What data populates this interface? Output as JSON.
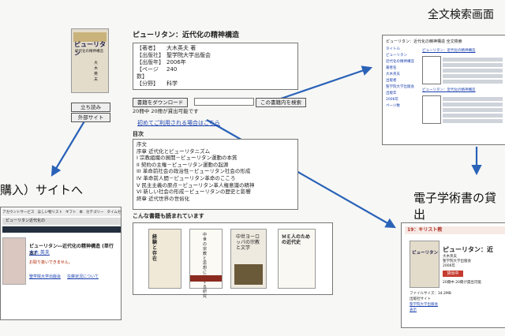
{
  "captions": {
    "fulltext": "全文検索画面",
    "purchase": "購入）サイトへ",
    "lending": "電子学術書の貸出"
  },
  "book": {
    "title": "ピューリタン：近代化の精神構造",
    "cover_title": "ピューリタン",
    "cover_sub": "近代化の精神構造",
    "cover_author": "大木英夫",
    "meta": [
      {
        "k": "【著者】",
        "v": "大木英夫 著"
      },
      {
        "k": "【出版社】",
        "v": "聖学院大学出版会"
      },
      {
        "k": "【出版年】",
        "v": "2006年"
      },
      {
        "k": "【ページ数】",
        "v": "240"
      },
      {
        "k": "【分野】",
        "v": "科学"
      }
    ],
    "btn_read": "立ち読み",
    "btn_outside": "外部サイト",
    "btn_download": "書籍をダウンロード",
    "search_placeholder": "",
    "btn_search": "この書籍内を検索",
    "loan_status": "20冊中 20冊が貸出可能です",
    "first_use_link": "初めてご利用される場合はこちら",
    "toc_heading": "目次",
    "toc": [
      "序文",
      "序章 近代化とピューリタニズム",
      "I 宗教組織の展開－ピューリタン運動の本質",
      "II 契約の主権－ピューリタン運動の起源",
      "III 革命前社会の政治性－ピューリタン社会の形成",
      "IV 革命前人間－ピューリタン革命のこころ",
      "V 民主主義の原点－ピューリタン革人権意識の精神",
      "VI 新しい社会の形成－ピューリタンの歴史と影響",
      "終章 近代世界の世俗化"
    ],
    "related_heading": "こんな書籍も読まれています",
    "related": [
      {
        "title": "経験と存在"
      },
      {
        "title": "中世の宗教と思想に関する研究"
      },
      {
        "title": "中世ヨーロッパの宗教と文学"
      },
      {
        "title": "ＭＥ人のための近代史"
      }
    ]
  },
  "amazon": {
    "nav": [
      "アカウントサービス",
      "ほしい物リスト",
      "ギフト",
      "本",
      "カテゴリー",
      "タイムセール"
    ],
    "search_label": "ピューリタン近代化の",
    "product_title": "ピューリタン―近代化の精神構造 (単行本)",
    "author": "大木 英夫",
    "note": "お取り扱いできません。",
    "link1": "聖学院大学出版会",
    "link2": "在庫状況について"
  },
  "fulltext": {
    "heading": "ピューリタン：近代化の精神構造 全文検索",
    "left_items": [
      "タイトル",
      "ピューリタン",
      "近代化の精神構造",
      "著者名",
      "大木英夫",
      "出版者",
      "聖学院大学出版会",
      "出版年",
      "2006年",
      "ページ数"
    ],
    "result1": "ピューリタン：近代化の精神構造",
    "result2": "ピューリタン：近代化の精神構造"
  },
  "lending": {
    "header": "19：キリスト教",
    "title": "ピューリタン：近",
    "lines": [
      "大木英夫",
      "聖学院大学出版会",
      "2006年"
    ],
    "badge": "貸出中",
    "loan_line": "20冊中 20冊が貸出可能",
    "foot": [
      "ファイルサイズ：34.2MB",
      "出版社サイト",
      "聖学院大学出版会",
      "表示"
    ]
  }
}
